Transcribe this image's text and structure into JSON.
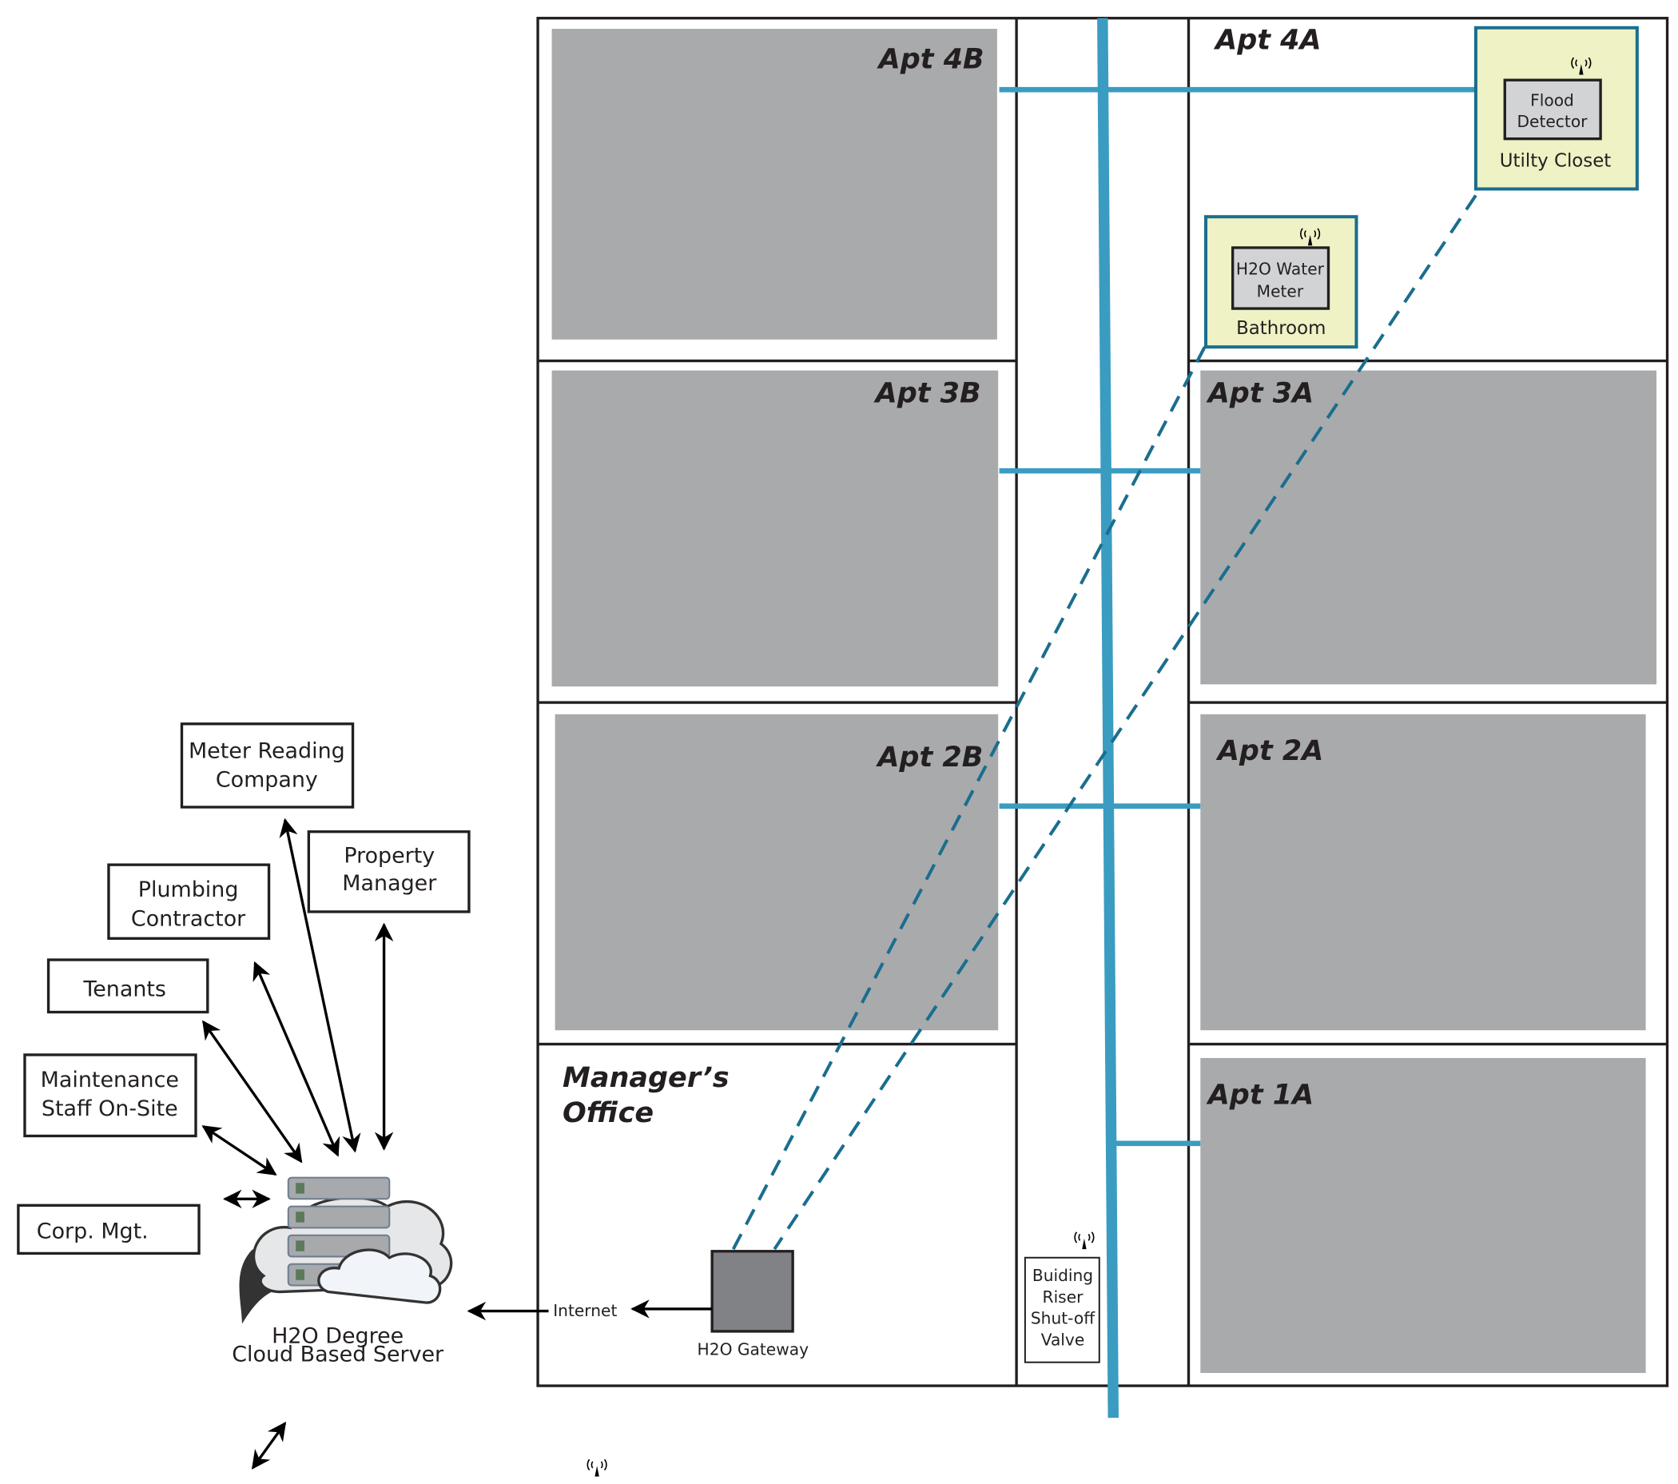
{
  "apartments": {
    "apt4b": "Apt 4B",
    "apt4a": "Apt 4A",
    "apt3b": "Apt 3B",
    "apt3a": "Apt 3A",
    "apt2b": "Apt 2B",
    "apt2a": "Apt 2A",
    "apt1a": "Apt 1A",
    "office_line1": "Manager’s",
    "office_line2": "Office"
  },
  "devices": {
    "flood_line1": "Flood",
    "flood_line2": "Detector",
    "utility_closet": "Utilty Closet",
    "meter_line1": "H2O Water",
    "meter_line2": "Meter",
    "bathroom": "Bathroom",
    "gateway": "H2O Gateway",
    "internet": "Internet",
    "valve": [
      "Buiding",
      "Riser",
      "Shut-off",
      "Valve"
    ]
  },
  "server": {
    "line1": "H2O Degree",
    "line2": "Cloud Based Server"
  },
  "stakeholders": {
    "meter_reading": [
      "Meter Reading",
      "Company"
    ],
    "property_manager": [
      "Property",
      "Manager"
    ],
    "plumbing": [
      "Plumbing",
      "Contractor"
    ],
    "tenants": "Tenants",
    "maintenance": [
      "Maintenance",
      "Staff  On-Site"
    ],
    "corp": "Corp. Mgt."
  },
  "colors": {
    "pipe": "#3a9cc0",
    "wireless": "#1a6e8e",
    "room_fill": "#eef2c4",
    "apartment_fill": "#a9aaac",
    "gateway_fill": "#808285"
  }
}
